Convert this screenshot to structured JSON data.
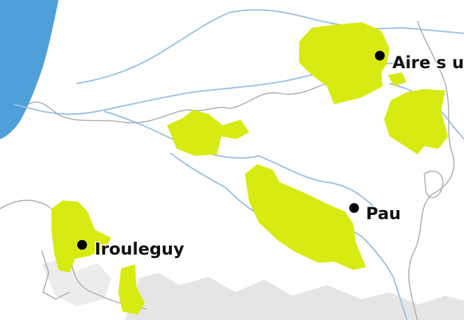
{
  "colors": {
    "sea": "#4f9fd9",
    "land": "#ffffff",
    "river": "#9cc0e3",
    "border": "#a7a7a7",
    "wine_region": "#d7eb12",
    "mountains": "#cfcfcf",
    "city_marker": "#000000"
  },
  "cities": [
    {
      "id": "aire",
      "label": "Aire s u"
    },
    {
      "id": "pau",
      "label": "Pau"
    },
    {
      "id": "irouleguy",
      "label": "Irouleguy"
    }
  ]
}
